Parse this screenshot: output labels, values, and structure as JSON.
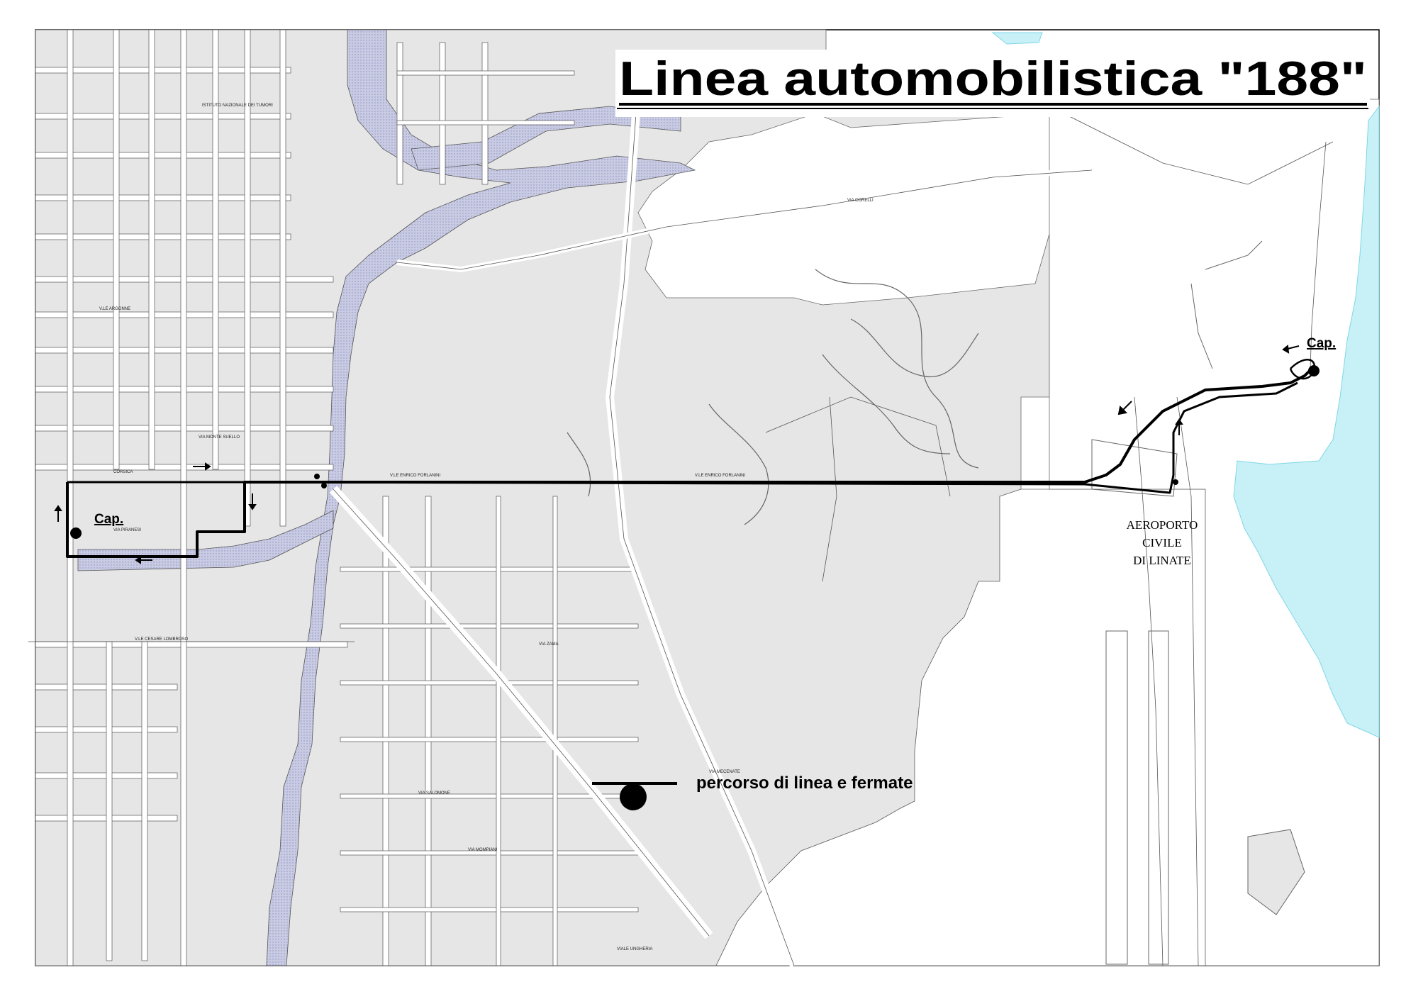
{
  "title": "Linea automobilistica \"188\"",
  "legend": {
    "label": "percorso di linea e fermate"
  },
  "terminus_label": "Cap.",
  "airport": {
    "line1": "AEROPORTO",
    "line2": "CIVILE",
    "line3": "DI LINATE"
  },
  "streets": {
    "forlanini_a": "V.LE ENRICO FORLANINI",
    "forlanini_b": "V.LE ENRICO FORLANINI",
    "corsica": "CORSICA",
    "ungheria": "VIALE UNGHERIA",
    "lombroso": "V.LE CESARE LOMBROSO",
    "mecenate": "VIA MECENATE",
    "corelli": "VIA CORELLI",
    "istituto": "ISTITUTO NAZIONALE DEI TUMORI",
    "piranesi": "VIA PIRANESI",
    "argonne": "V.LE ARGONNE",
    "monte_suello": "VIA MONTE SUELLO",
    "zama": "VIA ZAMA",
    "salomone": "VIA SALOMONE",
    "mompiani": "VIA MOMPIANI"
  },
  "colors": {
    "land": "#e6e6e6",
    "water": "#c7f1f6",
    "water_stroke": "#7fd6e6",
    "river": "#b9bdd9",
    "road": "#ffffff",
    "route": "#000000"
  },
  "icons": {
    "stop": "filled-circle",
    "direction": "arrow-icon"
  }
}
